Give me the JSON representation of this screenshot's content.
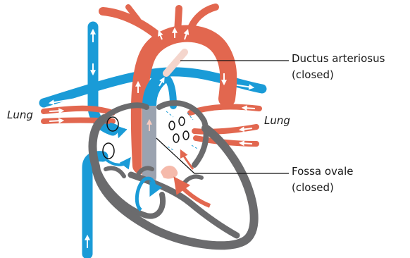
{
  "labels": {
    "ductus_line1": "Ductus arteriosus",
    "ductus_line2": "(closed)",
    "fossa_line1": "Fossa ovale",
    "fossa_line2": "(closed)",
    "lung_left": "Lung",
    "lung_right": "Lung"
  },
  "colors": {
    "oxygenated": "#e2674f",
    "deoxygenated": "#1a9bd7",
    "heart_wall": "#6b6b6d",
    "label_text": "#1a1a1a",
    "leader_line": "#111111"
  }
}
